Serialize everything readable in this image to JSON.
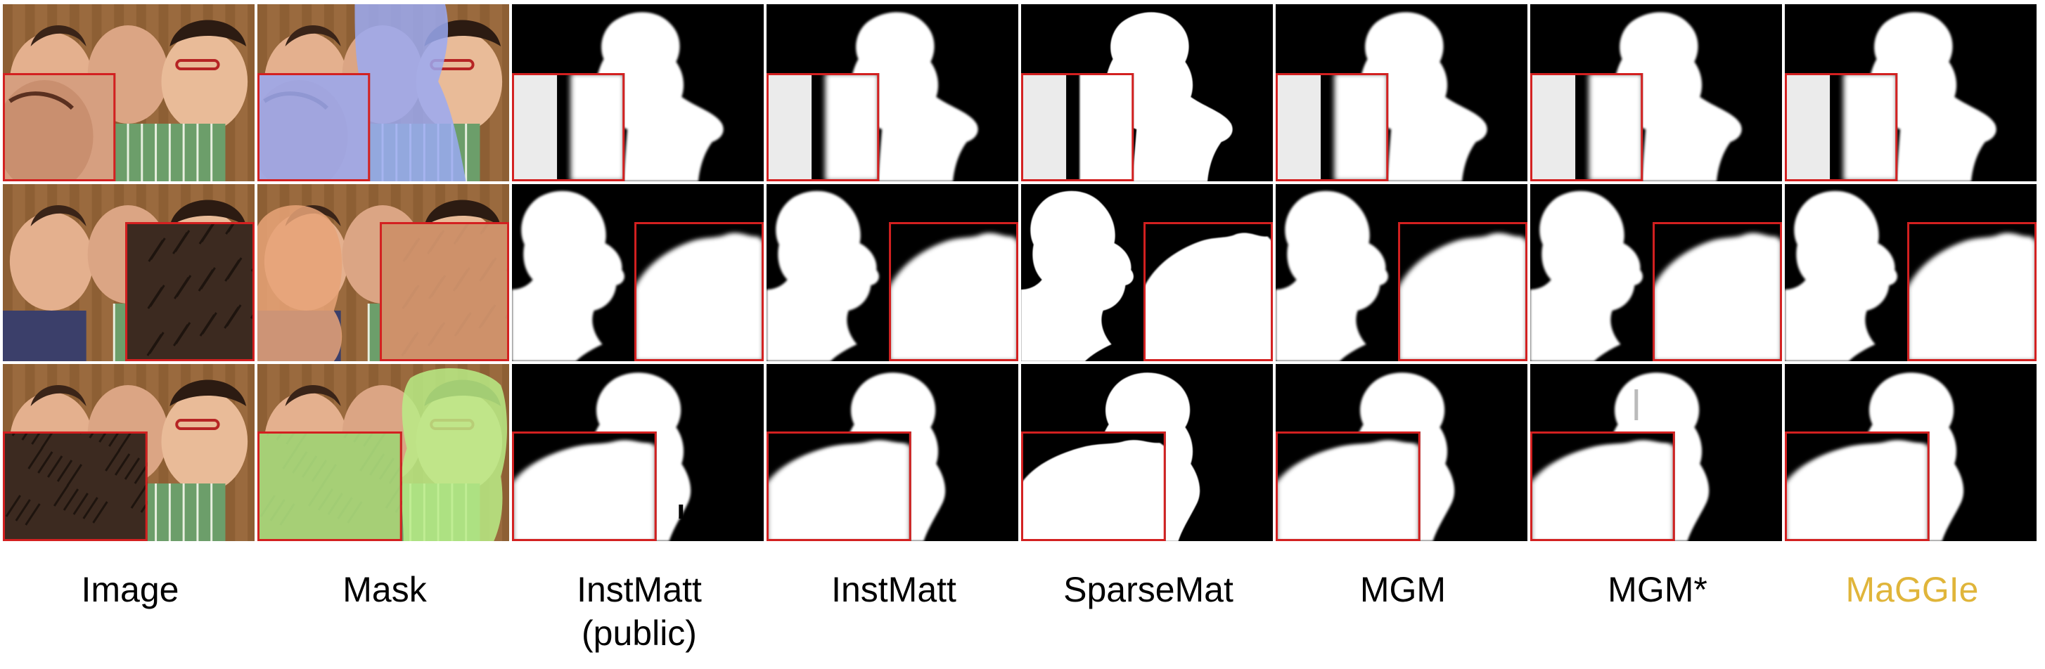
{
  "figure": {
    "columns": [
      {
        "key": "image",
        "label": "Image",
        "label2": ""
      },
      {
        "key": "mask",
        "label": "Mask",
        "label2": ""
      },
      {
        "key": "instmatt_public",
        "label": "InstMatt",
        "label2": "(public)"
      },
      {
        "key": "instmatt",
        "label": "InstMatt",
        "label2": ""
      },
      {
        "key": "sparsemat",
        "label": "SparseMat",
        "label2": ""
      },
      {
        "key": "mgm",
        "label": "MGM",
        "label2": ""
      },
      {
        "key": "mgm_star",
        "label": "MGM*",
        "label2": ""
      },
      {
        "key": "maggie",
        "label": "MaGGIe",
        "label2": ""
      }
    ],
    "rows": [
      {
        "mask_color": "#9aa9f2"
      },
      {
        "mask_color": "#e8a378"
      },
      {
        "mask_color": "#b9ec86"
      }
    ],
    "colors": {
      "highlight_label": "#e0b53a",
      "zoom_box": "#d32020",
      "matte_bg": "#000000",
      "matte_fg": "#ffffff"
    }
  }
}
